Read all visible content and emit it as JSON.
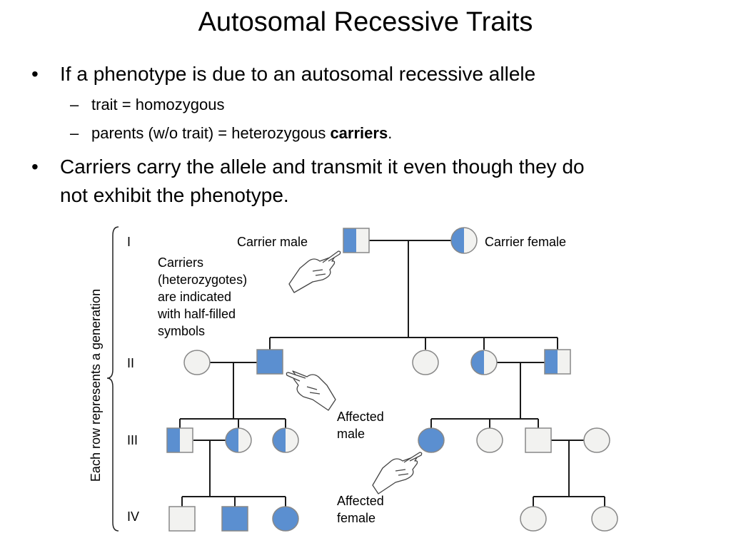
{
  "slide": {
    "title": "Autosomal Recessive Traits",
    "bullet1": "If a phenotype is due to an autosomal recessive allele",
    "sub1": "trait = homozygous",
    "sub2_pre": "parents (w/o trait) = heterozygous ",
    "sub2_bold": "carriers",
    "sub2_post": ".",
    "bullet2_line1": "Carriers carry the allele and transmit it even though they do",
    "bullet2_line2": "not exhibit the phenotype."
  },
  "pedigree": {
    "generations": [
      "I",
      "II",
      "III",
      "IV"
    ],
    "side_label": "Each row represents a generation",
    "carrier_male": "Carrier male",
    "carrier_female": "Carrier female",
    "carrier_note": [
      "Carriers",
      "(heterozygotes)",
      "are indicated",
      "with half-filled",
      "symbols"
    ],
    "affected_male": [
      "Affected",
      "male"
    ],
    "affected_female": [
      "Affected",
      "female"
    ],
    "colors": {
      "affected": "#5B8FD0",
      "unaffected": "#F2F2F0",
      "outline": "#888888",
      "line": "#1a1a1a"
    }
  }
}
